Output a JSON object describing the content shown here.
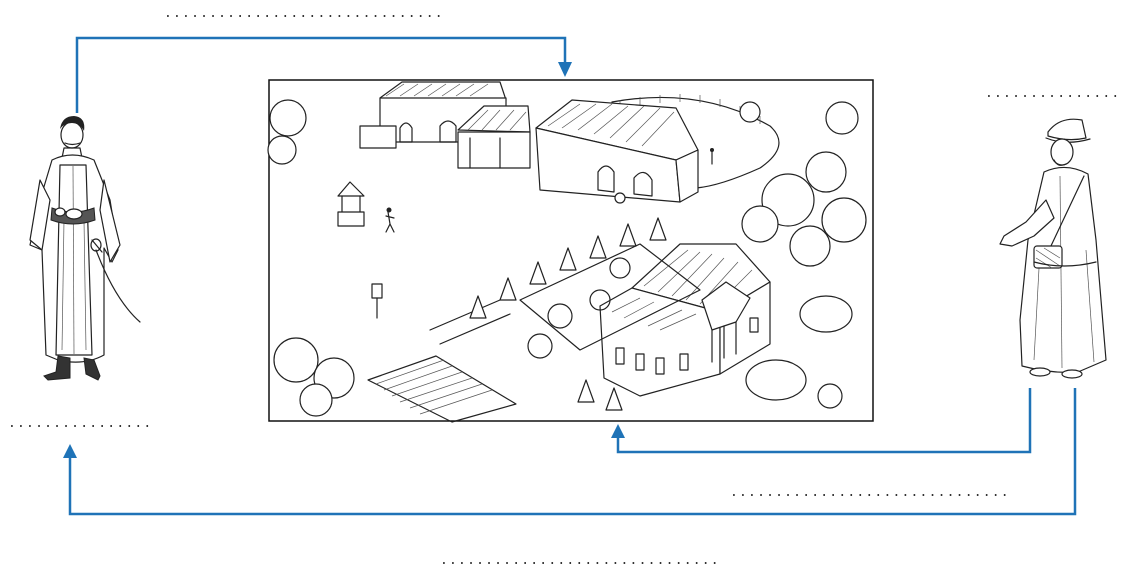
{
  "diagram": {
    "title": "",
    "nodes": [
      {
        "id": "noble",
        "label": "",
        "icon": "nobleman-figure"
      },
      {
        "id": "estate",
        "label": "",
        "icon": "manor-estate-illustration"
      },
      {
        "id": "peasant",
        "label": "",
        "icon": "peasant-figure"
      }
    ],
    "blanks": {
      "top": "...............................",
      "right": "................",
      "left": "................",
      "bottom_right": "...............................",
      "bottom": "..............................."
    },
    "edges": [
      {
        "from": "noble",
        "to": "estate"
      },
      {
        "from": "peasant",
        "to": "estate"
      },
      {
        "from": "peasant",
        "to": "noble"
      }
    ],
    "colors": {
      "arrow": "#1f73b7",
      "ink": "#222222"
    }
  }
}
